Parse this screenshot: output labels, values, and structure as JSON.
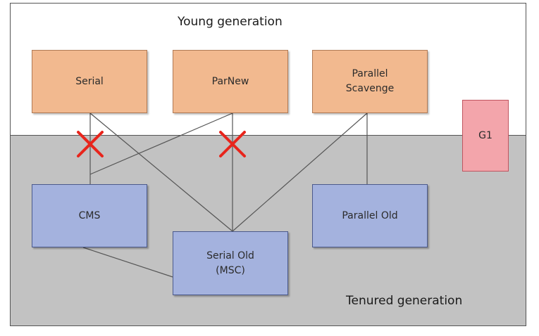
{
  "regions": {
    "young": {
      "label": "Young generation"
    },
    "tenured": {
      "label": "Tenured generation"
    }
  },
  "collectors": {
    "serial": {
      "label": "Serial"
    },
    "parnew": {
      "label": "ParNew"
    },
    "parallel_scavenge": {
      "label": "Parallel\nScavenge"
    },
    "g1": {
      "label": "G1"
    },
    "cms": {
      "label": "CMS"
    },
    "serial_old": {
      "label": "Serial Old\n(MSC)"
    },
    "parallel_old": {
      "label": "Parallel Old"
    }
  },
  "connections": [
    {
      "from": "serial",
      "to": "cms",
      "deprecated": true
    },
    {
      "from": "serial",
      "to": "serial_old",
      "deprecated": false
    },
    {
      "from": "parnew",
      "to": "cms",
      "deprecated": false
    },
    {
      "from": "parnew",
      "to": "serial_old",
      "deprecated": true
    },
    {
      "from": "parallel_scavenge",
      "to": "serial_old",
      "deprecated": false
    },
    {
      "from": "parallel_scavenge",
      "to": "parallel_old",
      "deprecated": false
    },
    {
      "from": "cms",
      "to": "serial_old",
      "deprecated": false
    }
  ],
  "colors": {
    "young_box_fill": "#f2b98f",
    "tenured_box_fill": "#a4b2de",
    "g1_fill": "#f3a5ab",
    "tenured_region_fill": "#c2c2c2",
    "cross": "#e8251c",
    "line": "#555555"
  }
}
